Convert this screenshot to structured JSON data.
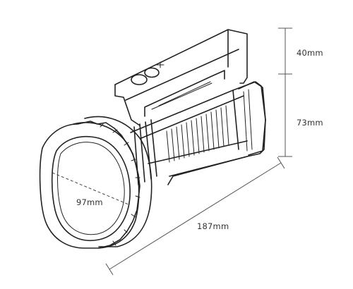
{
  "dimensions": {
    "handle_height": "40mm",
    "body_height": "73mm",
    "lens_diameter": "97mm",
    "total_length": "187mm"
  }
}
